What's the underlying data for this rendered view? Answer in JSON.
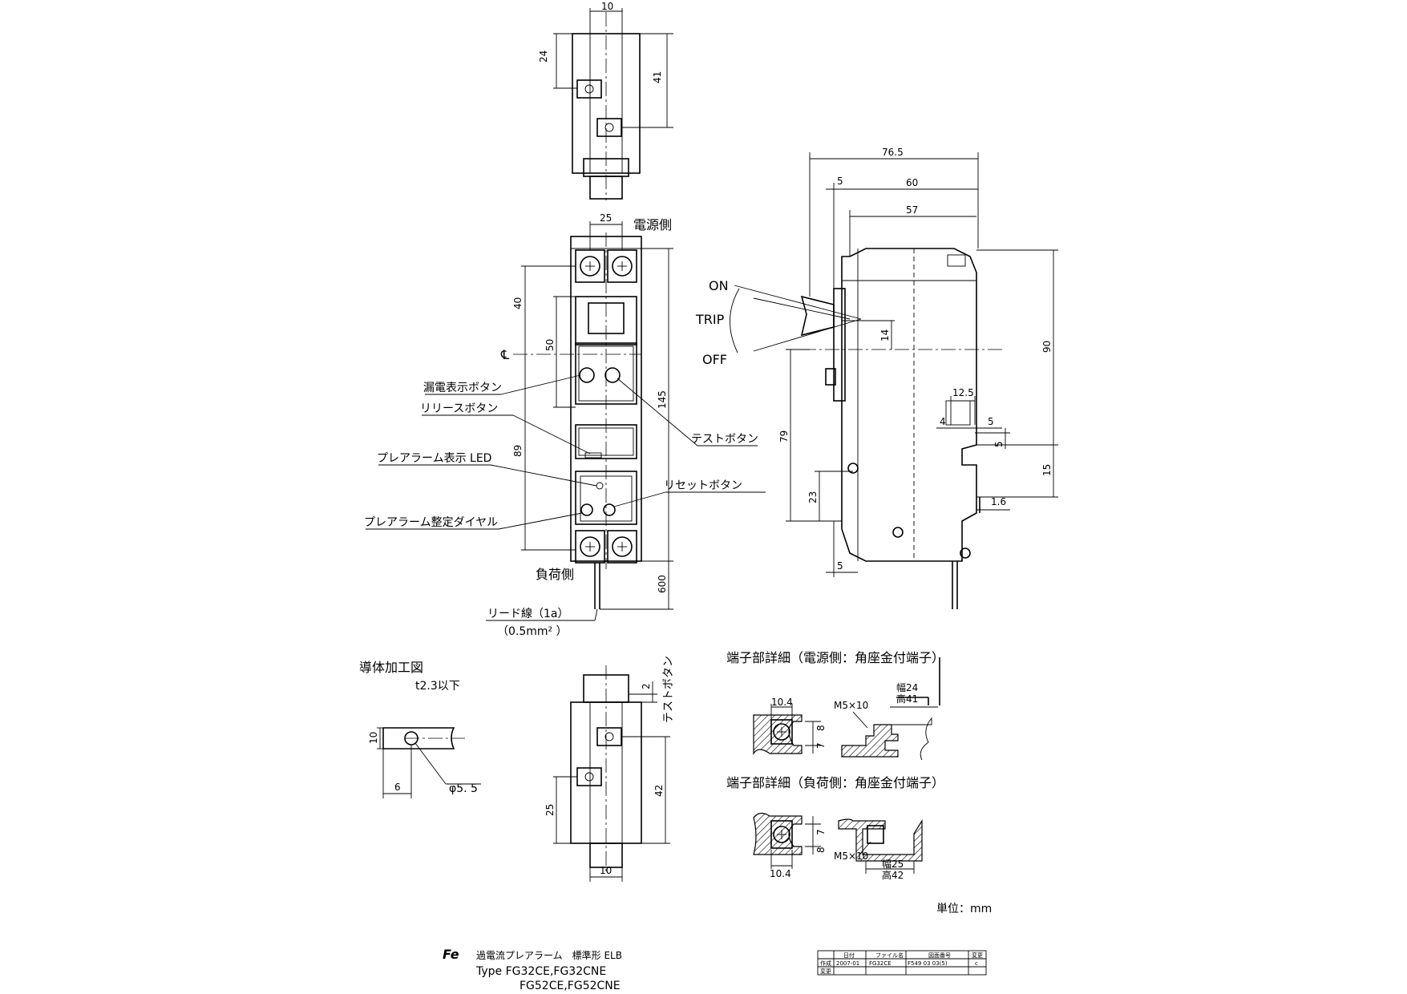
{
  "top_view": {
    "dim_width": "10",
    "dim_24": "24",
    "dim_41": "41"
  },
  "front_view": {
    "dim_25": "25",
    "label_supply_side": "電源側",
    "dim_40": "40",
    "dim_50": "50",
    "centerline": "℄",
    "dim_89": "89",
    "dim_145": "145",
    "label_load_side": "負荷側",
    "dim_600": "600"
  },
  "callouts": {
    "leak_indicator_button": "漏電表示ボタン",
    "release_button": "リリースボタン",
    "prealarm_led": "プレアラーム表示 LED",
    "prealarm_dial": "プレアラーム整定ダイヤル",
    "test_button": "テストボタン",
    "reset_button": "リセットボタン",
    "lead_wire": "リード線（1a）",
    "lead_wire_size": "（0.5mm² ）"
  },
  "side_view": {
    "dim_76_5": "76.5",
    "dim_5_top": "5",
    "dim_60": "60",
    "dim_57": "57",
    "on": "ON",
    "trip": "TRIP",
    "off": "OFF",
    "dim_14": "14",
    "dim_90": "90",
    "dim_79": "79",
    "dim_12_5": "12.5",
    "dim_4": "4",
    "dim_5_a": "5",
    "dim_5_b": "5",
    "dim_15": "15",
    "dim_23": "23",
    "dim_1_6": "1.6",
    "dim_5_bottom": "5"
  },
  "conductor": {
    "title": "導体加工図",
    "thickness": "t2.3以下",
    "dim_10": "10",
    "dim_6": "6",
    "hole": "φ5. 5"
  },
  "bottom_view": {
    "dim_2": "2",
    "test_button_v": "テストボタン",
    "dim_25": "25",
    "dim_42": "42",
    "dim_10": "10"
  },
  "terminal_supply": {
    "title": "端子部詳細（電源側：角座金付端子）",
    "dim_10_4": "10.4",
    "screw": "M5×10",
    "width": "幅24",
    "height": "高41",
    "dim_8": "8",
    "dim_7": "7"
  },
  "terminal_load": {
    "title": "端子部詳細（負荷側：角座金付端子）",
    "dim_10_4": "10.4",
    "screw": "M5×10",
    "width": "幅25",
    "height": "高42",
    "dim_8": "8",
    "dim_7": "7"
  },
  "unit": "単位：mm",
  "title_block": {
    "logo": "Fe",
    "product": "過電流プレアラーム　標準形 ELB",
    "type_line1": "Type  FG32CE,FG32CNE",
    "type_line2": "FG52CE,FG52CNE"
  },
  "revision_table": {
    "headers": [
      "",
      "日付",
      "ファイル名",
      "図面番号",
      "変更"
    ],
    "row1": [
      "作成",
      "2007-01",
      "FG32CE",
      "F549 03 03(5)",
      "c"
    ],
    "row2": [
      "変更",
      "",
      "",
      "",
      ""
    ]
  }
}
